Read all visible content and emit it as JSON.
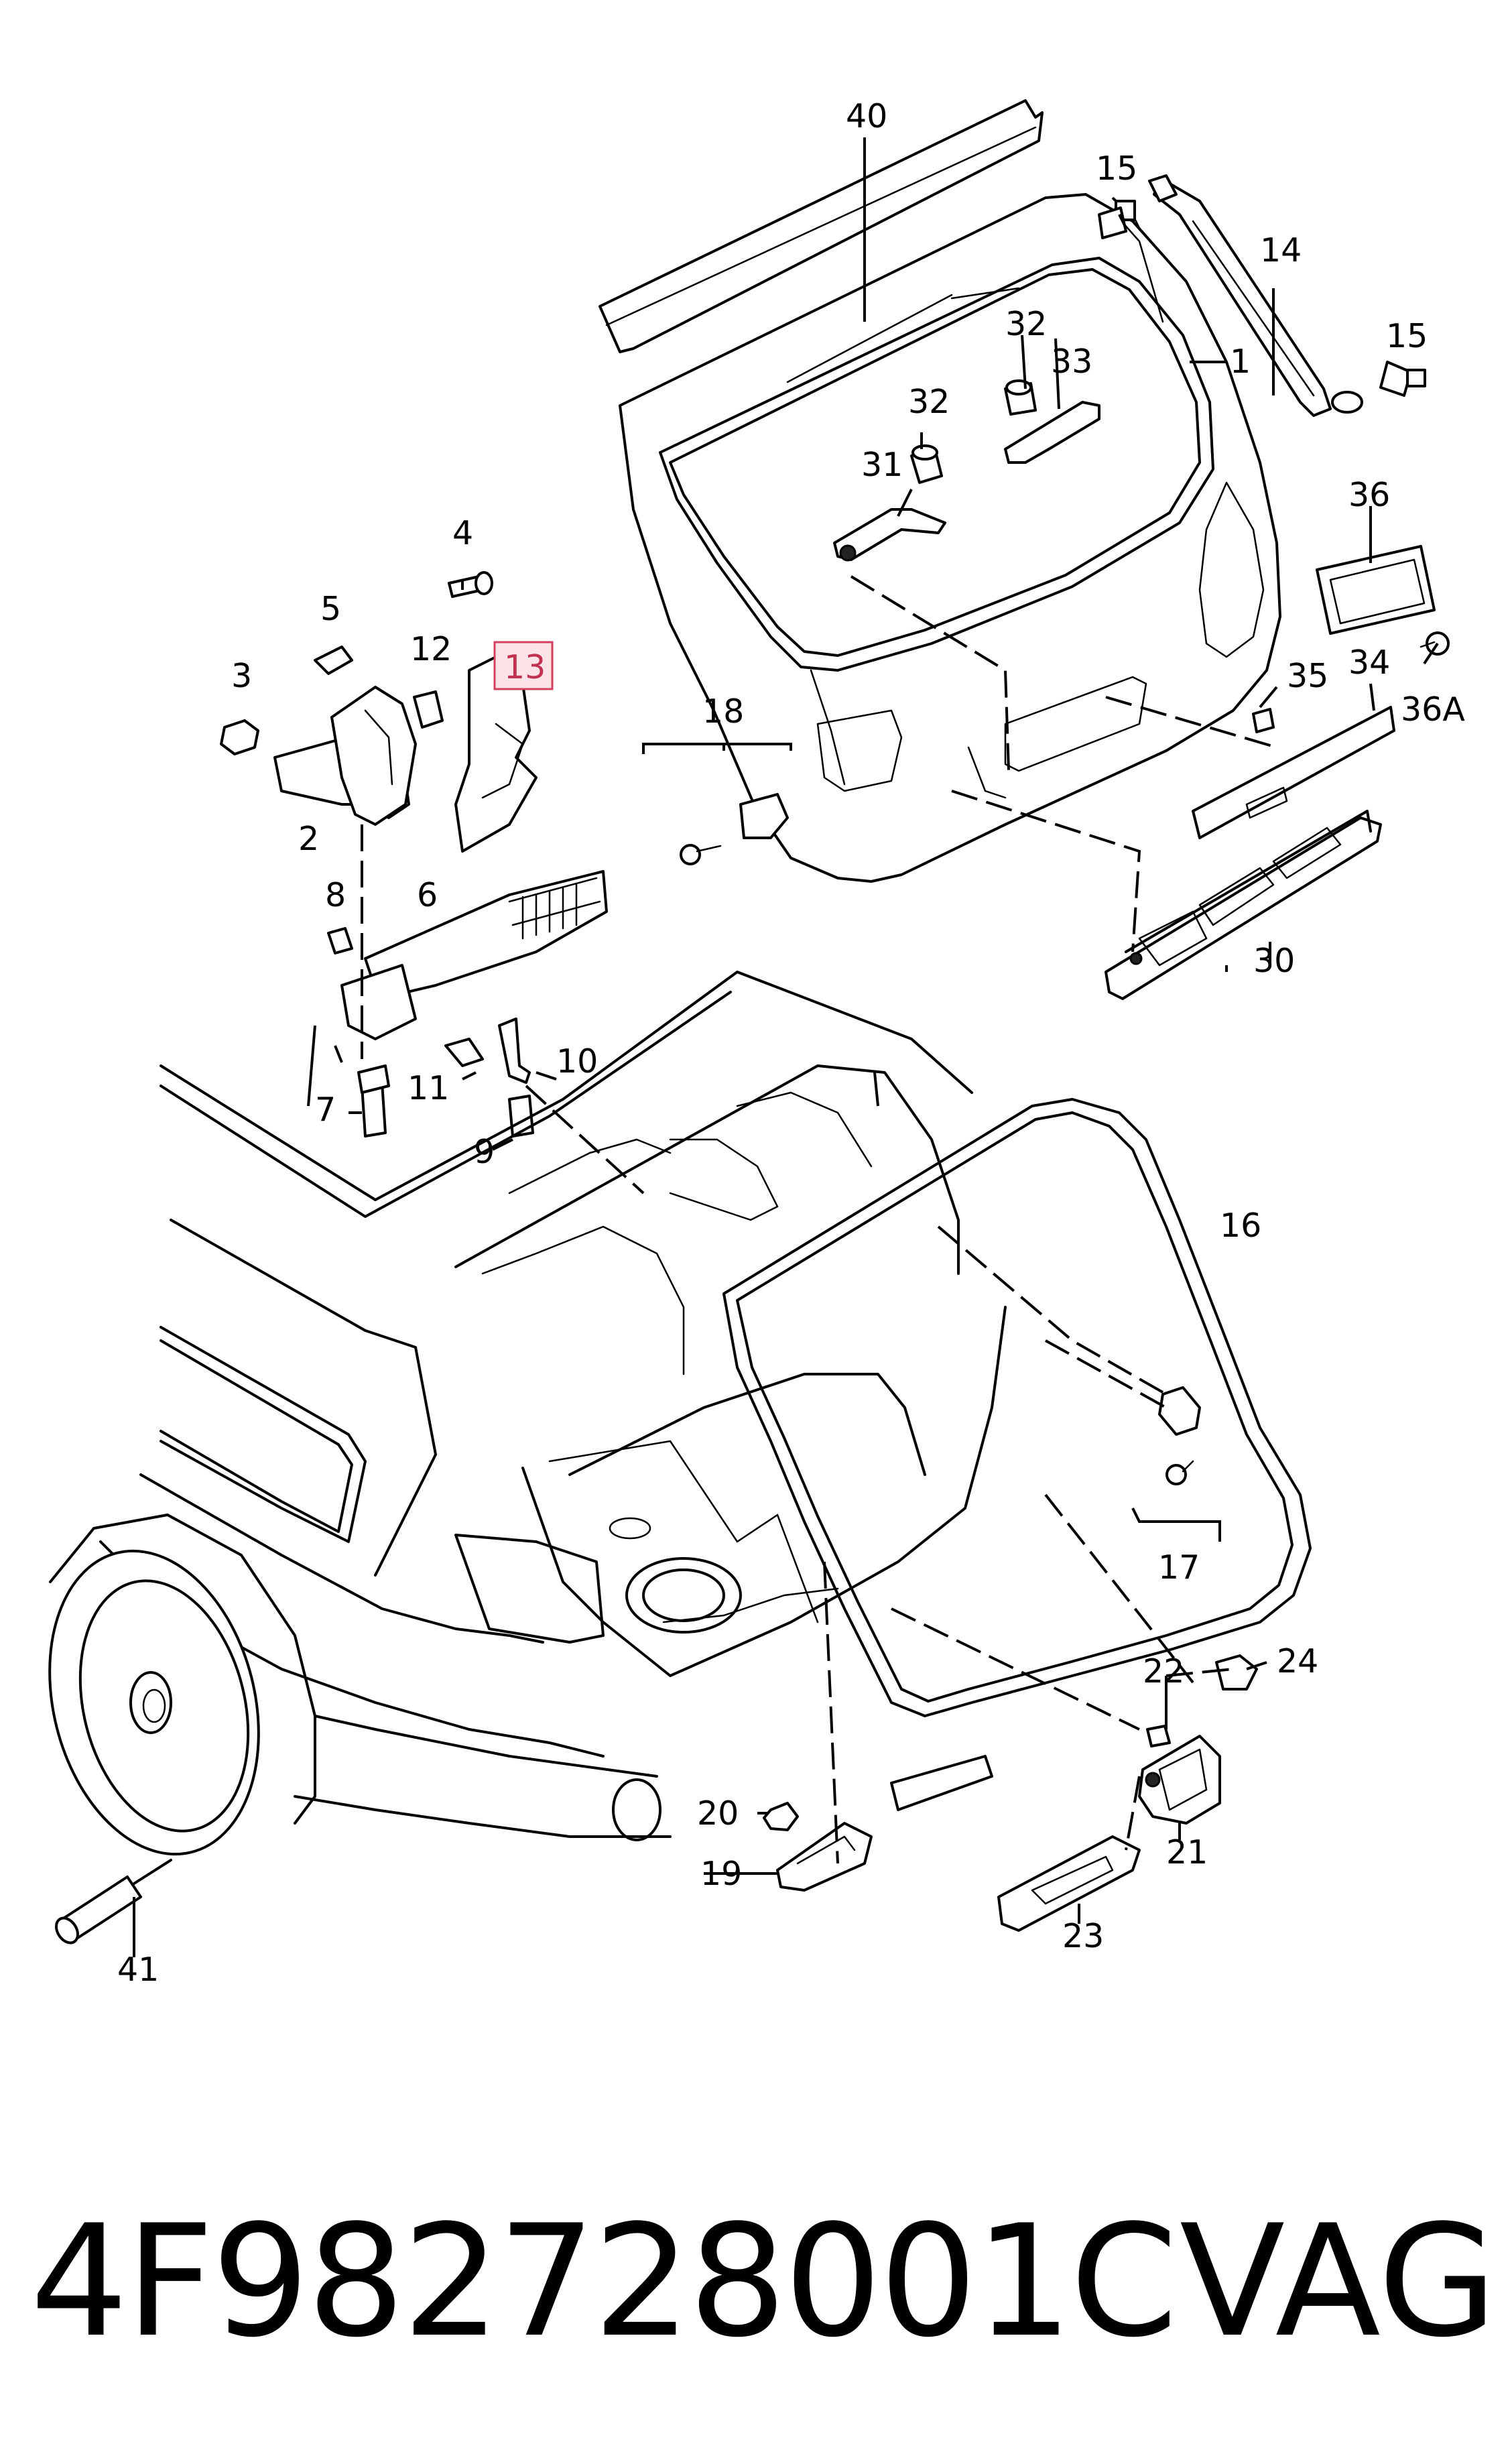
{
  "diagram": {
    "highlighted_callout": "13",
    "callouts": [
      {
        "key": "c40",
        "label": "40"
      },
      {
        "key": "c15a",
        "label": "15"
      },
      {
        "key": "c14",
        "label": "14"
      },
      {
        "key": "c15b",
        "label": "15"
      },
      {
        "key": "c1",
        "label": "1"
      },
      {
        "key": "c32a",
        "label": "32"
      },
      {
        "key": "c33",
        "label": "33"
      },
      {
        "key": "c32b",
        "label": "32"
      },
      {
        "key": "c31",
        "label": "31"
      },
      {
        "key": "c36",
        "label": "36"
      },
      {
        "key": "c4",
        "label": "4"
      },
      {
        "key": "c5",
        "label": "5"
      },
      {
        "key": "c12",
        "label": "12"
      },
      {
        "key": "c13",
        "label": "13"
      },
      {
        "key": "c3",
        "label": "3"
      },
      {
        "key": "c2",
        "label": "2"
      },
      {
        "key": "c18",
        "label": "18"
      },
      {
        "key": "c35",
        "label": "35"
      },
      {
        "key": "c34",
        "label": "34"
      },
      {
        "key": "c36a",
        "label": "36A"
      },
      {
        "key": "c8",
        "label": "8"
      },
      {
        "key": "c6",
        "label": "6"
      },
      {
        "key": "c30",
        "label": "30"
      },
      {
        "key": "c11",
        "label": "11"
      },
      {
        "key": "c10",
        "label": "10"
      },
      {
        "key": "c7",
        "label": "7"
      },
      {
        "key": "c9",
        "label": "9"
      },
      {
        "key": "c16",
        "label": "16"
      },
      {
        "key": "c17",
        "label": "17"
      },
      {
        "key": "c22",
        "label": "22"
      },
      {
        "key": "c24",
        "label": "24"
      },
      {
        "key": "c20",
        "label": "20"
      },
      {
        "key": "c19",
        "label": "19"
      },
      {
        "key": "c21",
        "label": "21"
      },
      {
        "key": "c23",
        "label": "23"
      },
      {
        "key": "c41",
        "label": "41"
      }
    ]
  },
  "footer": {
    "part_number": "4F982728001C",
    "brand": "VAG"
  }
}
